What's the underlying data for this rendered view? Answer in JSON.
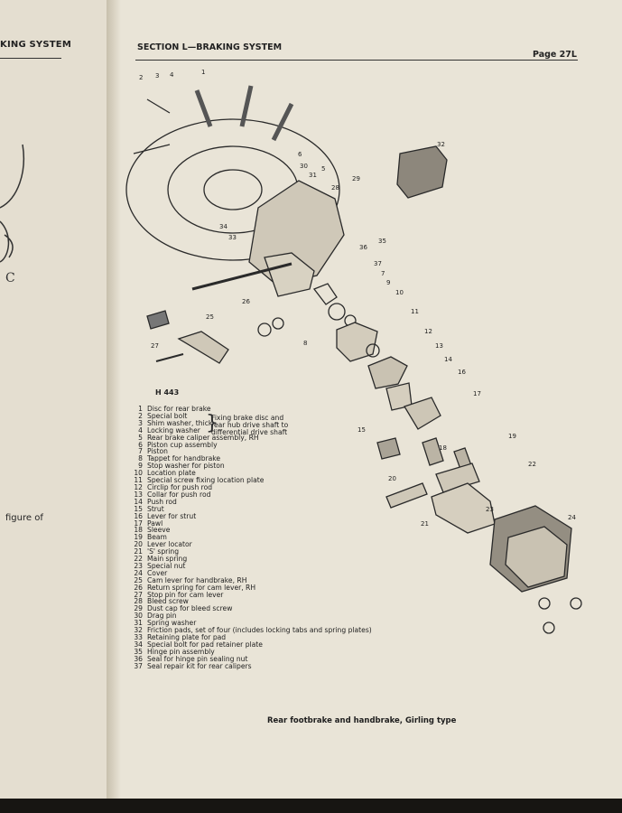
{
  "left_page": {
    "header": "KING SYSTEM",
    "fragment": "figure of",
    "letter": "C"
  },
  "header": {
    "section_title": "SECTION L—BRAKING SYSTEM",
    "page_number": "Page 27L"
  },
  "figure": {
    "code": "H 443",
    "callouts": [
      "1",
      "2",
      "3",
      "4",
      "5",
      "6",
      "7",
      "8",
      "9",
      "10",
      "11",
      "12",
      "13",
      "14",
      "15",
      "16",
      "17",
      "18",
      "19",
      "20",
      "21",
      "22",
      "23",
      "24",
      "25",
      "26",
      "27",
      "28",
      "29",
      "30",
      "31",
      "32",
      "33",
      "34",
      "35",
      "36",
      "37"
    ],
    "caption": "Rear footbrake and handbrake, Girling type"
  },
  "parts": [
    {
      "n": "1",
      "name": "Disc for rear brake"
    },
    {
      "n": "2",
      "name": "Special bolt"
    },
    {
      "n": "3",
      "name": "Shim washer, thick"
    },
    {
      "n": "4",
      "name": "Locking washer"
    },
    {
      "n": "5",
      "name": "Rear brake caliper assembly, RH"
    },
    {
      "n": "6",
      "name": "Piston cup assembly"
    },
    {
      "n": "7",
      "name": "Piston"
    },
    {
      "n": "8",
      "name": "Tappet for handbrake"
    },
    {
      "n": "9",
      "name": "Stop washer for piston"
    },
    {
      "n": "10",
      "name": "Location plate"
    },
    {
      "n": "11",
      "name": "Special screw fixing location plate"
    },
    {
      "n": "12",
      "name": "Circlip for push rod"
    },
    {
      "n": "13",
      "name": "Collar for push rod"
    },
    {
      "n": "14",
      "name": "Push rod"
    },
    {
      "n": "15",
      "name": "Strut"
    },
    {
      "n": "16",
      "name": "Lever for strut"
    },
    {
      "n": "17",
      "name": "Pawl"
    },
    {
      "n": "18",
      "name": "Sleeve"
    },
    {
      "n": "19",
      "name": "Beam"
    },
    {
      "n": "20",
      "name": "Lever locator"
    },
    {
      "n": "21",
      "name": "'S' spring"
    },
    {
      "n": "22",
      "name": "Main spring"
    },
    {
      "n": "23",
      "name": "Special nut"
    },
    {
      "n": "24",
      "name": "Cover"
    },
    {
      "n": "25",
      "name": "Cam lever for handbrake, RH"
    },
    {
      "n": "26",
      "name": "Return spring for cam lever, RH"
    },
    {
      "n": "27",
      "name": "Stop pin for cam lever"
    },
    {
      "n": "28",
      "name": "Bleed screw"
    },
    {
      "n": "29",
      "name": "Dust cap for bleed screw"
    },
    {
      "n": "30",
      "name": "Drag pin"
    },
    {
      "n": "31",
      "name": "Spring washer"
    },
    {
      "n": "32",
      "name": "Friction pads, set of four (includes locking tabs and spring plates)"
    },
    {
      "n": "33",
      "name": "Retaining plate for pad"
    },
    {
      "n": "34",
      "name": "Special bolt for pad retainer plate"
    },
    {
      "n": "35",
      "name": "Hinge pin assembly"
    },
    {
      "n": "36",
      "name": "Seal for hinge pin sealing nut"
    },
    {
      "n": "37",
      "name": "Seal repair kit for rear calipers"
    }
  ],
  "bracket_note": [
    "Fixing brake disc and",
    "rear hub drive shaft to",
    "differential drive shaft"
  ]
}
